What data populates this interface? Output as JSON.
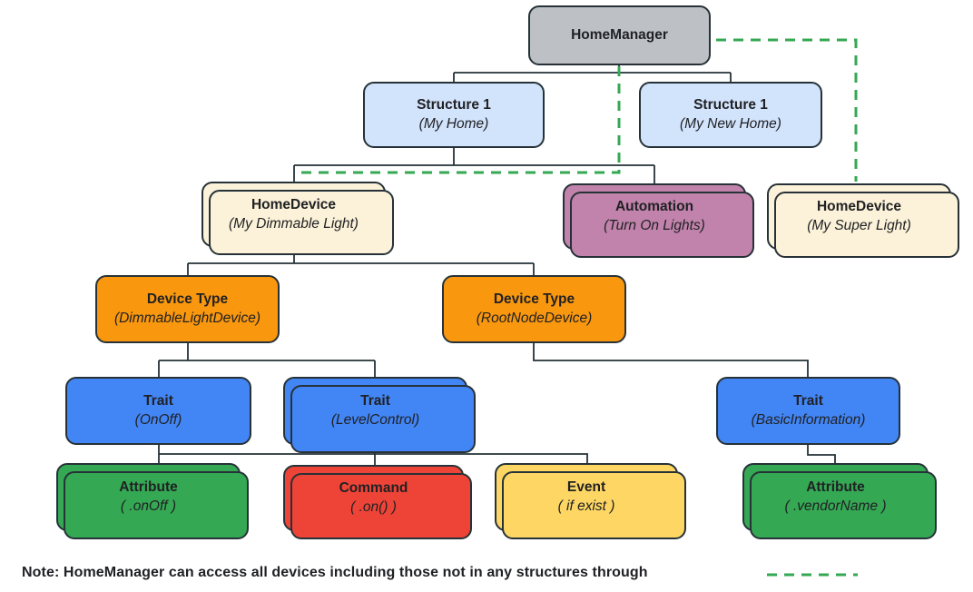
{
  "diagram": {
    "title_node": "HomeManager",
    "nodes": {
      "home_manager": {
        "label": "HomeManager"
      },
      "structure_my_home": {
        "label": "Structure 1",
        "sublabel": "(My Home)"
      },
      "structure_my_new_home": {
        "label": "Structure 1",
        "sublabel": "(My New Home)"
      },
      "home_device_dimmable": {
        "label": "HomeDevice",
        "sublabel": "(My Dimmable Light)"
      },
      "automation": {
        "label": "Automation",
        "sublabel": "(Turn On Lights)"
      },
      "home_device_super": {
        "label": "HomeDevice",
        "sublabel": "(My Super Light)"
      },
      "device_type_dimmable": {
        "label": "Device Type",
        "sublabel": "(DimmableLightDevice)"
      },
      "device_type_rootnode": {
        "label": "Device Type",
        "sublabel": "(RootNodeDevice)"
      },
      "trait_onoff": {
        "label": "Trait",
        "sublabel": "(OnOff)"
      },
      "trait_levelcontrol": {
        "label": "Trait",
        "sublabel": "(LevelControl)"
      },
      "trait_basicinformation": {
        "label": "Trait",
        "sublabel": "(BasicInformation)"
      },
      "attribute_onoff": {
        "label": "Attribute",
        "sublabel": "( .onOff )"
      },
      "command_on": {
        "label": "Command",
        "sublabel": "( .on() )"
      },
      "event_if_exist": {
        "label": "Event",
        "sublabel": "( if exist )"
      },
      "attribute_vendorname": {
        "label": "Attribute",
        "sublabel": "( .vendorName )"
      }
    },
    "note": "Note: HomeManager can access all devices including those not in any structures through",
    "palette": {
      "gray": "#bdc1c6",
      "light_blue": "#d2e3fc",
      "cream": "#fcf2d9",
      "mauve": "#c183ab",
      "orange": "#f9970e",
      "blue": "#4285f4",
      "green": "#34a853",
      "red": "#ee4437",
      "yellow": "#fdd663",
      "line": "#263238",
      "dashed_green": "#34a853",
      "text": "#202124"
    }
  }
}
